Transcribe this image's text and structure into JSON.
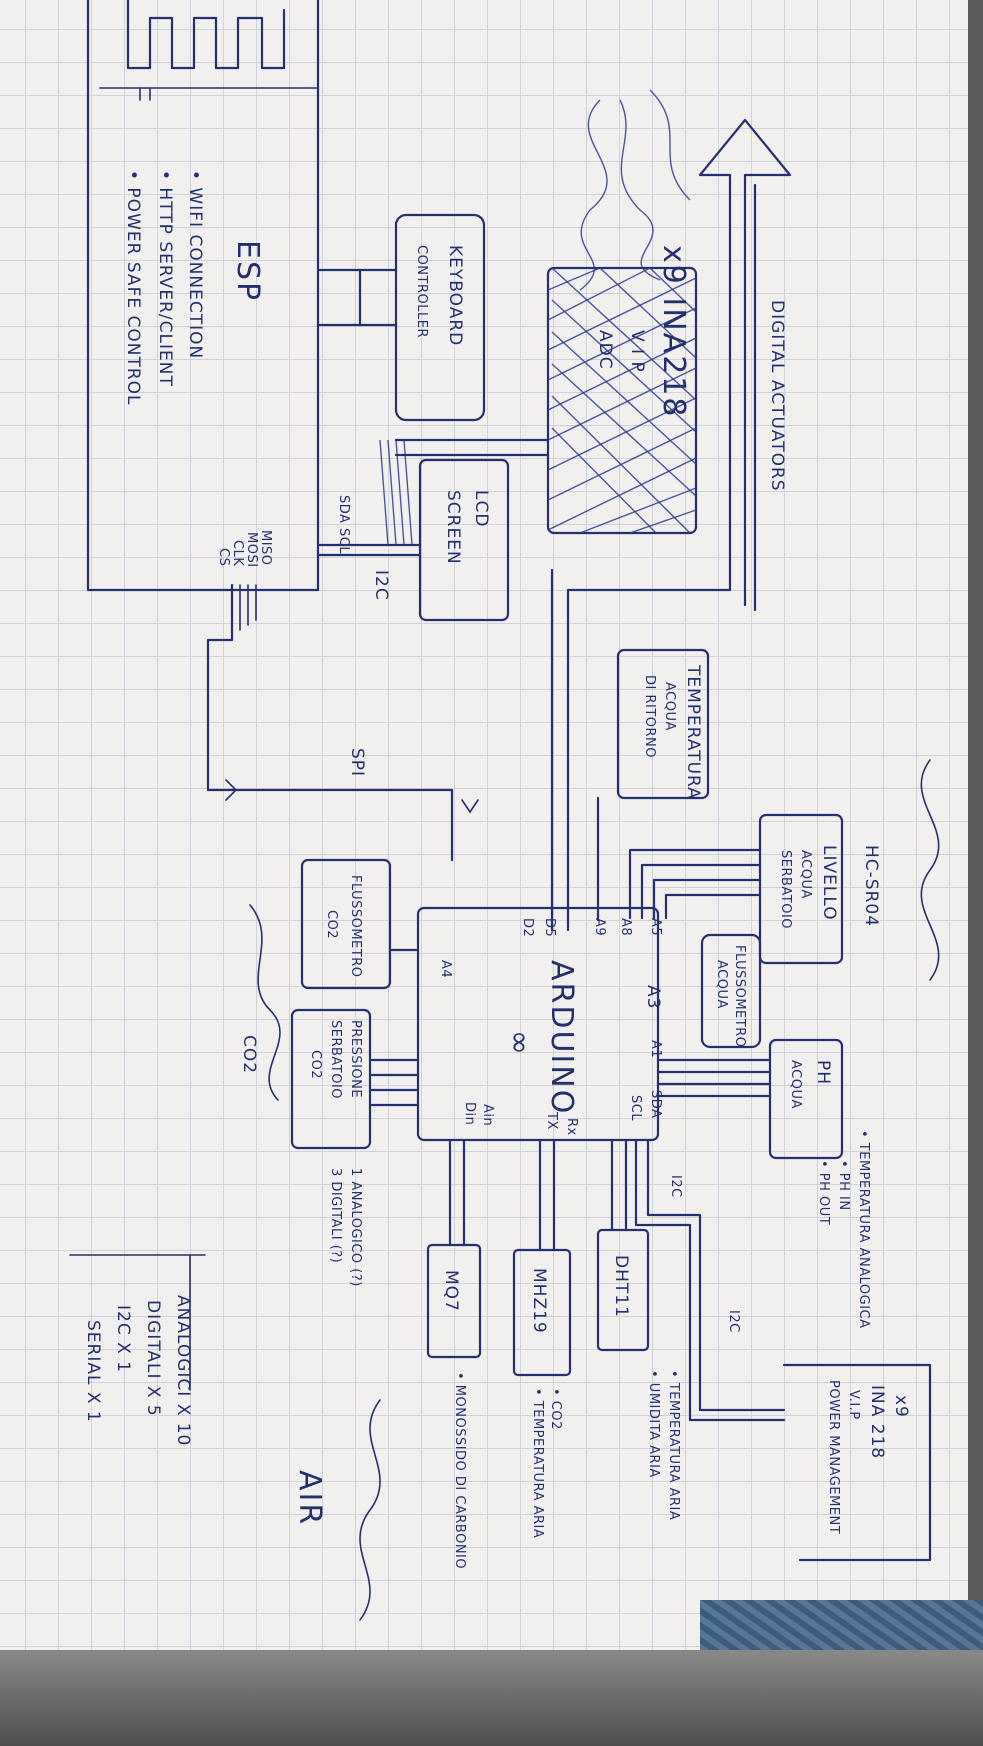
{
  "esp": {
    "title": "ESP",
    "features": [
      "• WIFI CONNECTION",
      "• HTTP SERVER/CLIENT",
      "• POWER SAFE CONTROL"
    ],
    "pins_i2c": "SDA SCL",
    "pins_spi": [
      "MISO",
      "MOSI",
      "CLK",
      "CS"
    ]
  },
  "keyboard": {
    "line1": "KEYBOARD",
    "line2": "CONTROLLER"
  },
  "lcd": {
    "line1": "LCD",
    "line2": "SCREEN"
  },
  "ina_left": {
    "line1": "x9 INA218",
    "line2": "V I P",
    "line3": "ADC"
  },
  "digital_actuators": "DIGITAL ACTUATORS",
  "bus_labels": {
    "i2c_lcd": "I2C",
    "spi": "SPI",
    "i2c_right1": "I2C",
    "i2c_right2": "I2C"
  },
  "temp_water": {
    "line1": "TEMPERATURA",
    "line2": "ACQUA",
    "line3": "DI RITORNO"
  },
  "hc_sr04": {
    "title": "HC-SR04",
    "line1": "LIVELLO",
    "line2": "ACQUA",
    "line3": "SERBATOIO"
  },
  "flux_water": {
    "line1": "FLUSSOMETRO",
    "line2": "ACQUA"
  },
  "ph": {
    "line1": "PH",
    "line2": "ACQUA"
  },
  "ph_notes": [
    "• TEMPERATURA ANALOGICA",
    "• PH IN",
    "• PH OUT"
  ],
  "flux_co2": {
    "line1": "FLUSSOMETRO",
    "line2": "CO2"
  },
  "pressure_co2": {
    "line1": "PRESSIONE",
    "line2": "SERBATOIO",
    "line3": "CO2"
  },
  "pressure_note": [
    "1 ANALOGICO (?)",
    "3 DIGITALI (?)"
  ],
  "co2_label": "CO2",
  "arduino": {
    "title": "ARDUINO",
    "symbol": "∞",
    "pins": {
      "a5": "A5",
      "a8": "A8",
      "a9": "A9",
      "a3": "A3",
      "a1": "A1",
      "sda": "SDA",
      "scl": "SCL",
      "d5": "D5",
      "d2": "D2",
      "a4": "A4",
      "rx": "Rx",
      "tx": "TX",
      "ain": "Ain",
      "din": "Din"
    }
  },
  "dht11": {
    "label": "DHT11",
    "notes": [
      "• TEMPERATURA ARIA",
      "• UMIDITA ARIA"
    ]
  },
  "mhz19": {
    "label": "MHZ19",
    "notes": [
      "• CO2",
      "• TEMPERATURA ARIA"
    ]
  },
  "mq7": {
    "label": "MQ7",
    "notes": [
      "• MONOSSIDO DI CARBONIO"
    ]
  },
  "ina_right": {
    "count": "x9",
    "line1": "INA 218",
    "line2": "V.I.P",
    "line3": "POWER MANAGEMENT"
  },
  "air_label": "AIR",
  "summary": [
    "ANALOGICI X 10",
    "DIGITALI X 5",
    "I2C X 1",
    "SERIAL X 1"
  ]
}
